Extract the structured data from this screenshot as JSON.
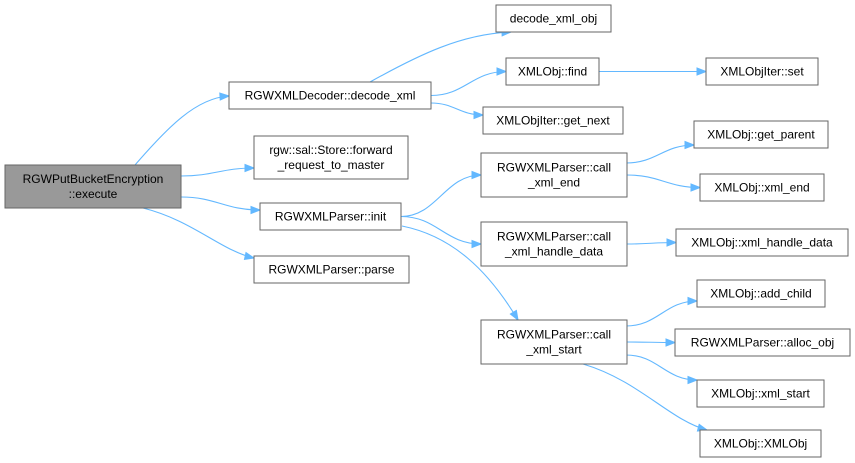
{
  "nodes": [
    {
      "id": "root",
      "lines": [
        "RGWPutBucketEncryption",
        "::execute"
      ],
      "root": true
    },
    {
      "id": "decoder_decode",
      "lines": [
        "RGWXMLDecoder::decode_xml"
      ]
    },
    {
      "id": "store_forward",
      "lines": [
        "rgw::sal::Store::forward",
        "_request_to_master"
      ]
    },
    {
      "id": "parser_init",
      "lines": [
        "RGWXMLParser::init"
      ]
    },
    {
      "id": "parser_parse",
      "lines": [
        "RGWXMLParser::parse"
      ]
    },
    {
      "id": "decode_xml_obj",
      "lines": [
        "decode_xml_obj"
      ]
    },
    {
      "id": "xmlobj_find",
      "lines": [
        "XMLObj::find"
      ]
    },
    {
      "id": "xmlobjiter_get_next",
      "lines": [
        "XMLObjIter::get_next"
      ]
    },
    {
      "id": "xmlobjiter_set",
      "lines": [
        "XMLObjIter::set"
      ]
    },
    {
      "id": "call_xml_end",
      "lines": [
        "RGWXMLParser::call",
        "_xml_end"
      ]
    },
    {
      "id": "call_xml_handle_data",
      "lines": [
        "RGWXMLParser::call",
        "_xml_handle_data"
      ]
    },
    {
      "id": "call_xml_start",
      "lines": [
        "RGWXMLParser::call",
        "_xml_start"
      ]
    },
    {
      "id": "xmlobj_get_parent",
      "lines": [
        "XMLObj::get_parent"
      ]
    },
    {
      "id": "xmlobj_xml_end",
      "lines": [
        "XMLObj::xml_end"
      ]
    },
    {
      "id": "xmlobj_xml_handle_data",
      "lines": [
        "XMLObj::xml_handle_data"
      ]
    },
    {
      "id": "xmlobj_add_child",
      "lines": [
        "XMLObj::add_child"
      ]
    },
    {
      "id": "parser_alloc_obj",
      "lines": [
        "RGWXMLParser::alloc_obj"
      ]
    },
    {
      "id": "xmlobj_xml_start",
      "lines": [
        "XMLObj::xml_start"
      ]
    },
    {
      "id": "xmlobj_xmlobj",
      "lines": [
        "XMLObj::XMLObj"
      ]
    }
  ],
  "edges": [
    {
      "from": "root",
      "to": "decoder_decode"
    },
    {
      "from": "root",
      "to": "store_forward"
    },
    {
      "from": "root",
      "to": "parser_init"
    },
    {
      "from": "root",
      "to": "parser_parse"
    },
    {
      "from": "decoder_decode",
      "to": "decode_xml_obj"
    },
    {
      "from": "decoder_decode",
      "to": "xmlobj_find"
    },
    {
      "from": "decoder_decode",
      "to": "xmlobjiter_get_next"
    },
    {
      "from": "xmlobj_find",
      "to": "xmlobjiter_set"
    },
    {
      "from": "parser_init",
      "to": "call_xml_end"
    },
    {
      "from": "parser_init",
      "to": "call_xml_handle_data"
    },
    {
      "from": "parser_init",
      "to": "call_xml_start"
    },
    {
      "from": "call_xml_end",
      "to": "xmlobj_get_parent"
    },
    {
      "from": "call_xml_end",
      "to": "xmlobj_xml_end"
    },
    {
      "from": "call_xml_handle_data",
      "to": "xmlobj_xml_handle_data"
    },
    {
      "from": "call_xml_start",
      "to": "xmlobj_add_child"
    },
    {
      "from": "call_xml_start",
      "to": "parser_alloc_obj"
    },
    {
      "from": "call_xml_start",
      "to": "xmlobj_xml_start"
    },
    {
      "from": "call_xml_start",
      "to": "xmlobj_xmlobj"
    }
  ]
}
